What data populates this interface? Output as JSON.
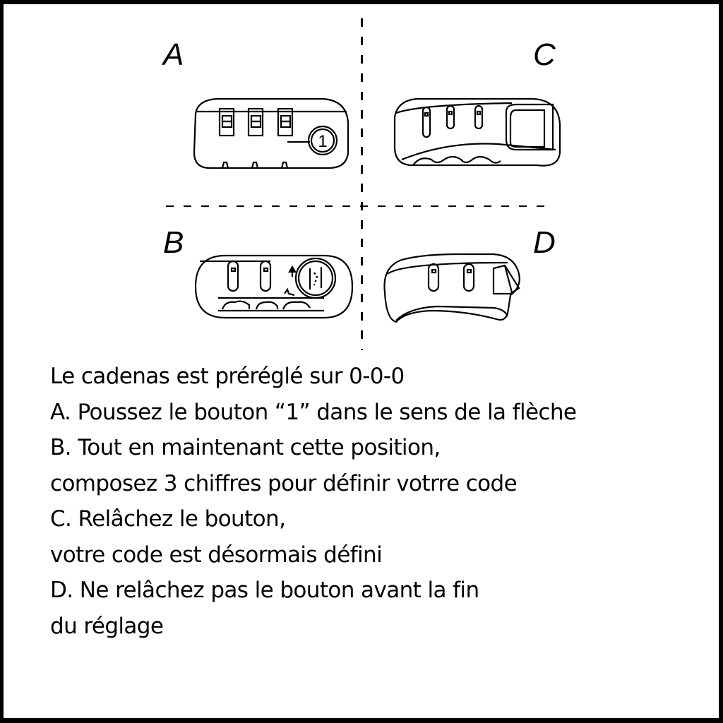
{
  "panels": [
    {
      "letter": "A",
      "view": "front",
      "button_label": "1"
    },
    {
      "letter": "C",
      "view": "back-angled"
    },
    {
      "letter": "B",
      "view": "side-pressed"
    },
    {
      "letter": "D",
      "view": "back-released"
    }
  ],
  "instructions": {
    "lines": [
      "Le cadenas est préréglé sur 0-0-0",
      "A. Poussez le bouton “1” dans le sens de la flèche",
      "B. Tout en maintenant cette position,",
      "composez 3 chiffres pour définir votrre code",
      "C. Relâchez le bouton,",
      "votre code est désormais défini",
      "D. Ne relâchez pas le bouton avant la fin",
      "du réglage"
    ]
  },
  "colors": {
    "ink": "#000000",
    "background": "#ffffff"
  }
}
